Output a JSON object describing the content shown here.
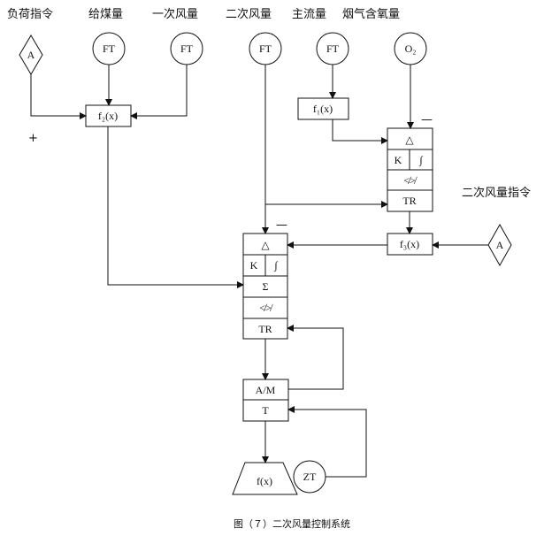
{
  "top_labels": [
    "负荷指令",
    "给煤量",
    "一次风量",
    "二次风量",
    "主流量",
    "烟气含氧量"
  ],
  "right_label": "二次风量指令",
  "transmitters": {
    "coal": "FT",
    "primary_air": "FT",
    "secondary_air": "FT",
    "main_flow": "FT",
    "o2": "O₂",
    "zt": "ZT"
  },
  "command_a": "A",
  "functions": {
    "f1": "f₁(x)",
    "f2": "f₂(x)",
    "f3": "f₃(x)",
    "actuator": "f(x)"
  },
  "sign_plus": "+",
  "sign_minus": "—",
  "upper_controller": {
    "delta": "△",
    "k": "K",
    "integral": "∫",
    "limit": "≮≯",
    "tr": "TR"
  },
  "main_controller": {
    "delta": "△",
    "k": "K",
    "integral": "∫",
    "sum": "Σ",
    "limit": "≮≯",
    "tr": "TR"
  },
  "station": {
    "am": "A/M",
    "t": "T"
  },
  "caption": "图（７）二次风量控制系统"
}
